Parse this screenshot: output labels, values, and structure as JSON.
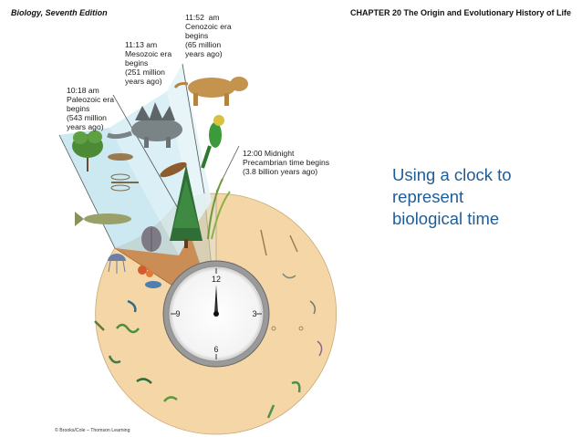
{
  "header": {
    "left": "Biology, Seventh Edition",
    "right": "CHAPTER 20 The Origin and Evolutionary History of Life"
  },
  "eras": [
    {
      "text": "10:18 am\nPaleozoic era\nbegins\n(543 million\nyears ago)"
    },
    {
      "text": "11:13 am\nMesozoic era\nbegins\n(251 million\nyears ago)"
    },
    {
      "text": "11:52  am\nCenozoic era\nbegins\n(65 million\nyears ago)"
    },
    {
      "text": "12:00 Midnight\nPrecambrian time begins\n(3.8 billion years ago)"
    }
  ],
  "clock": {
    "numerals": {
      "twelve": "12",
      "three": "3",
      "six": "6",
      "nine": "9"
    },
    "time_shown": "12:00"
  },
  "caption": "Using a clock to\nrepresent\nbiological time",
  "copyright": "© Brooks/Cole – Thomson Learning",
  "colors": {
    "caption": "#1f5d97",
    "precambrian_ring": "#f5d7a7",
    "paleozoic_ring": "#c98d55",
    "mesozoic_ring": "#d8cfb4",
    "cenozoic_ring": "#e9dcbf",
    "sky_wedge": "#c3e4ef"
  }
}
